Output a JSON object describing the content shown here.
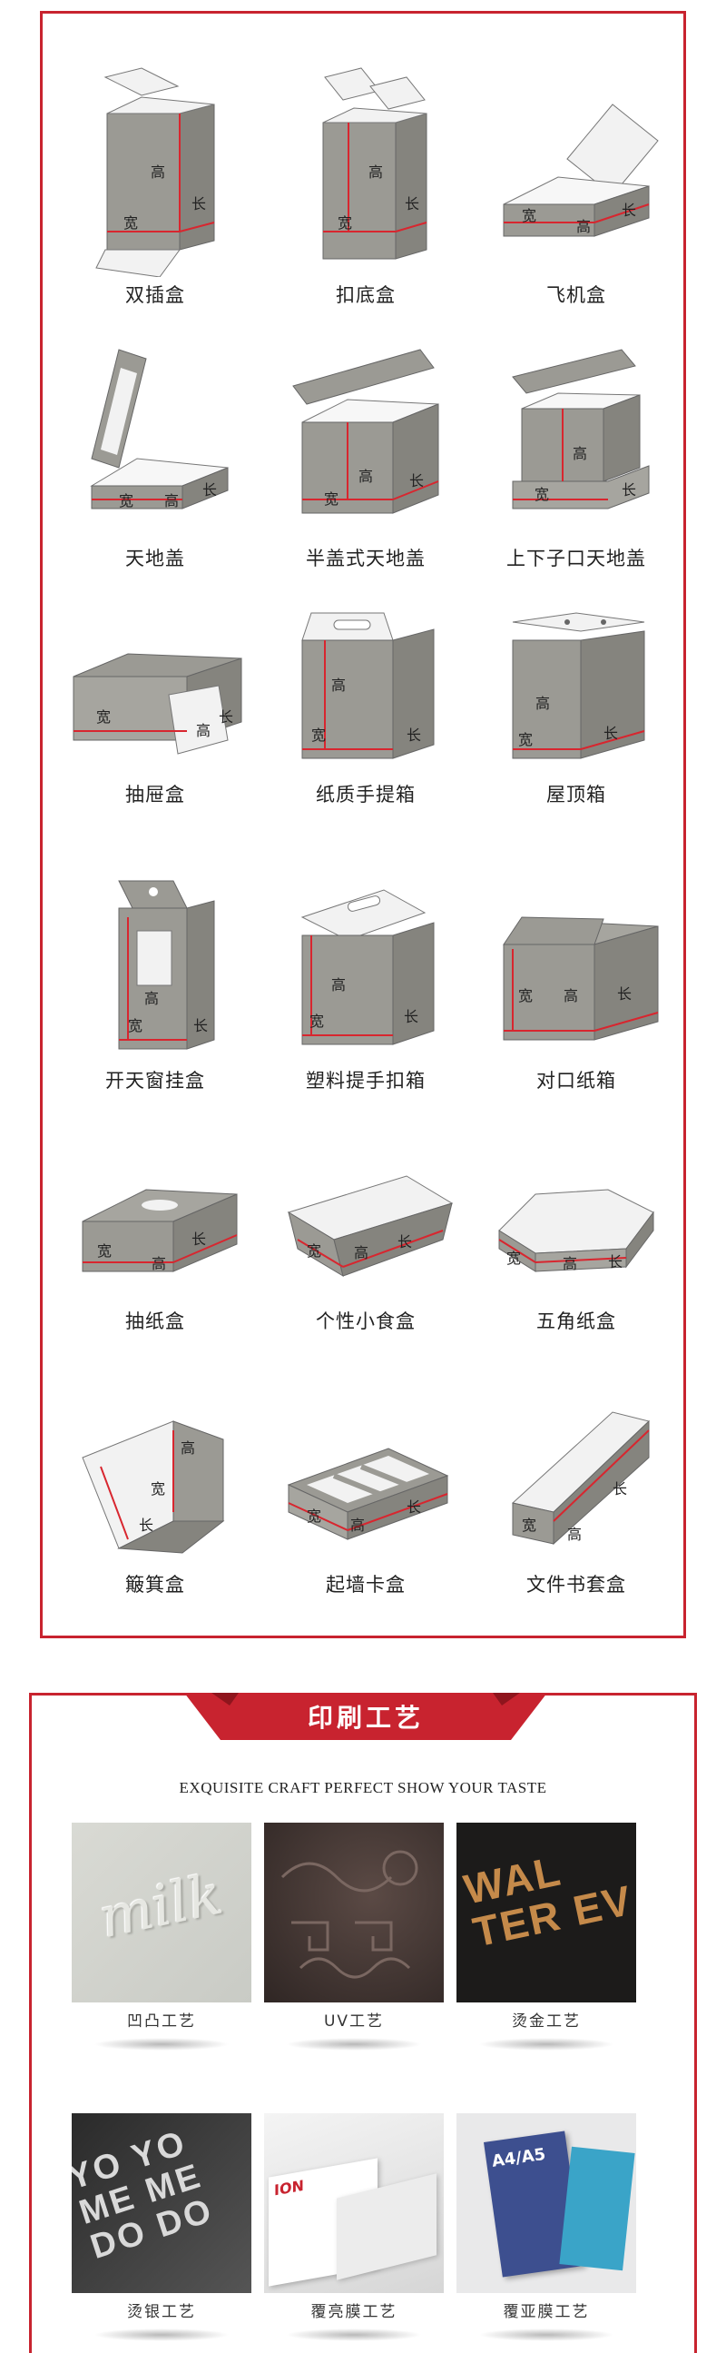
{
  "colors": {
    "accent": "#c8232f",
    "box_gray": "#9b9a94",
    "box_inner": "#f2f2f2",
    "edge_red": "#d8262f"
  },
  "dimension_labels": {
    "width": "宽",
    "height": "高",
    "length": "长"
  },
  "box_types": [
    {
      "name": "双插盒",
      "icon": "tuck-end-box-icon"
    },
    {
      "name": "扣底盒",
      "icon": "lock-bottom-box-icon"
    },
    {
      "name": "飞机盒",
      "icon": "mailer-box-icon"
    },
    {
      "name": "天地盖",
      "icon": "lid-base-box-icon"
    },
    {
      "name": "半盖式天地盖",
      "icon": "half-lid-box-icon"
    },
    {
      "name": "上下子口天地盖",
      "icon": "neck-lid-box-icon"
    },
    {
      "name": "抽屉盒",
      "icon": "drawer-box-icon"
    },
    {
      "name": "纸质手提箱",
      "icon": "handle-box-icon"
    },
    {
      "name": "屋顶箱",
      "icon": "gable-box-icon"
    },
    {
      "name": "开天窗挂盒",
      "icon": "window-hang-box-icon"
    },
    {
      "name": "塑料提手扣箱",
      "icon": "plastic-handle-box-icon"
    },
    {
      "name": "对口纸箱",
      "icon": "carton-box-icon"
    },
    {
      "name": "抽纸盒",
      "icon": "tissue-box-icon"
    },
    {
      "name": "个性小食盒",
      "icon": "snack-box-icon"
    },
    {
      "name": "五角纸盒",
      "icon": "hexagon-box-icon"
    },
    {
      "name": "簸箕盒",
      "icon": "dustpan-box-icon"
    },
    {
      "name": "起墙卡盒",
      "icon": "wall-tray-box-icon"
    },
    {
      "name": "文件书套盒",
      "icon": "file-sleeve-box-icon"
    }
  ],
  "craft_section": {
    "title": "印刷工艺",
    "tagline": "EXQUISITE CRAFT PERFECT SHOW YOUR TASTE",
    "items": [
      {
        "name": "凹凸工艺",
        "sample_text": "milk"
      },
      {
        "name": "UV工艺",
        "sample_text": ""
      },
      {
        "name": "烫金工艺",
        "sample_text": "WAL TER EV"
      },
      {
        "name": "烫银工艺",
        "sample_text": "YO YO ME ME DO DO"
      },
      {
        "name": "覆亮膜工艺",
        "sample_text": "ION"
      },
      {
        "name": "覆亚膜工艺",
        "sample_text": "A4/A5"
      }
    ]
  }
}
